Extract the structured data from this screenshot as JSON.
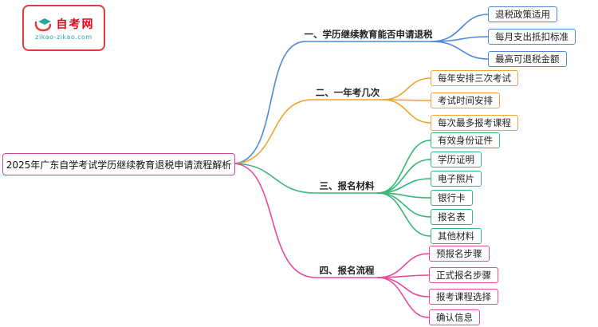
{
  "logo": {
    "title": "自考网",
    "domain": "zikao-zikao.com"
  },
  "root": {
    "label": "2025年广东自学考试学历继续教育退税申请流程解析"
  },
  "branches": [
    {
      "label": "一、学历继续教育能否申请退税",
      "color": "#4a89dc",
      "children": [
        "退税政策适用",
        "每月支出抵扣标准",
        "最高可退税金额"
      ]
    },
    {
      "label": "二、一年考几次",
      "color": "#f0a32f",
      "children": [
        "每年安排三次考试",
        "考试时间安排",
        "每次最多报考课程"
      ]
    },
    {
      "label": "三、报名材料",
      "color": "#35b877",
      "children": [
        "有效身份证件",
        "学历证明",
        "电子照片",
        "银行卡",
        "报名表",
        "其他材料"
      ]
    },
    {
      "label": "四、报名流程",
      "color": "#ec4899",
      "children": [
        "预报名步骤",
        "正式报名步骤",
        "报考课程选择",
        "确认信息"
      ]
    }
  ],
  "colors": {
    "branch_blue": "#4a89dc",
    "branch_orange": "#f0a32f",
    "branch_green": "#35b877",
    "branch_pink": "#ec4899",
    "root_border": "#d6439c",
    "logo_red": "#e23c3c",
    "logo_teal": "#2aa79b"
  }
}
